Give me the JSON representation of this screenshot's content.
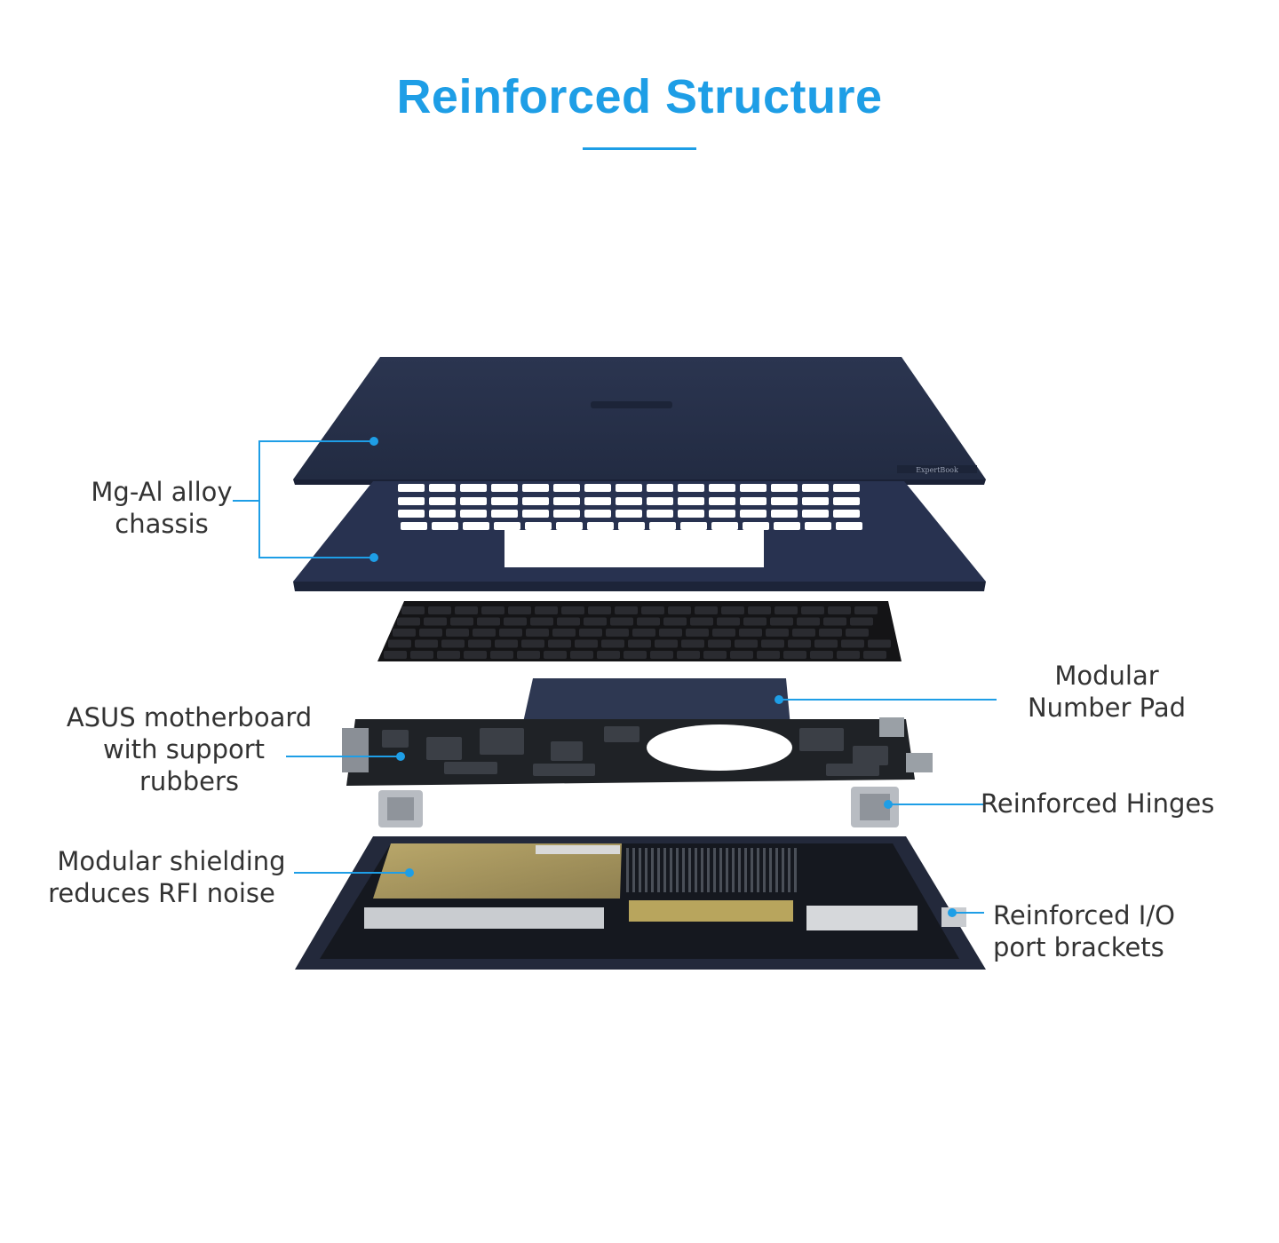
{
  "title": "Reinforced Structure",
  "colors": {
    "accent": "#1e9ee6",
    "chassis": "#263048",
    "text": "#333333"
  },
  "logo_text": "ExpertBook",
  "labels": {
    "chassis": [
      "Mg-Al alloy",
      "chassis"
    ],
    "motherboard": [
      "ASUS motherboard",
      "with support",
      "rubbers"
    ],
    "shielding": [
      "Modular shielding",
      "reduces RFI noise"
    ],
    "number_pad": [
      "Modular",
      "Number Pad"
    ],
    "hinges": [
      "Reinforced Hinges"
    ],
    "io_brackets": [
      "Reinforced I/O",
      "port brackets"
    ]
  }
}
